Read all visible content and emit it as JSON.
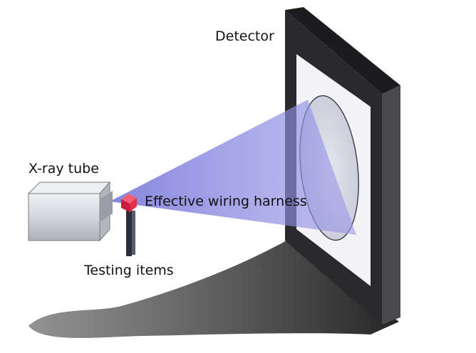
{
  "labels": {
    "detector": "Detector",
    "xray_tube": "X-ray tube",
    "harness": "Effective wiring harness",
    "testing_items": "Testing items"
  },
  "colors": {
    "frame_dark": "#2a2a2c",
    "frame_side": "#4a4a4e",
    "detector_face": "#f4f4f4",
    "beam": "#8c8ce0",
    "tube_body": "#d9dbe0",
    "sample_red": "#e0304a",
    "shadow": "#1e1e1e"
  },
  "icons": {
    "detector": "flat-panel-detector-icon",
    "tube": "xray-tube-icon",
    "sample": "wiring-harness-sample-icon"
  }
}
